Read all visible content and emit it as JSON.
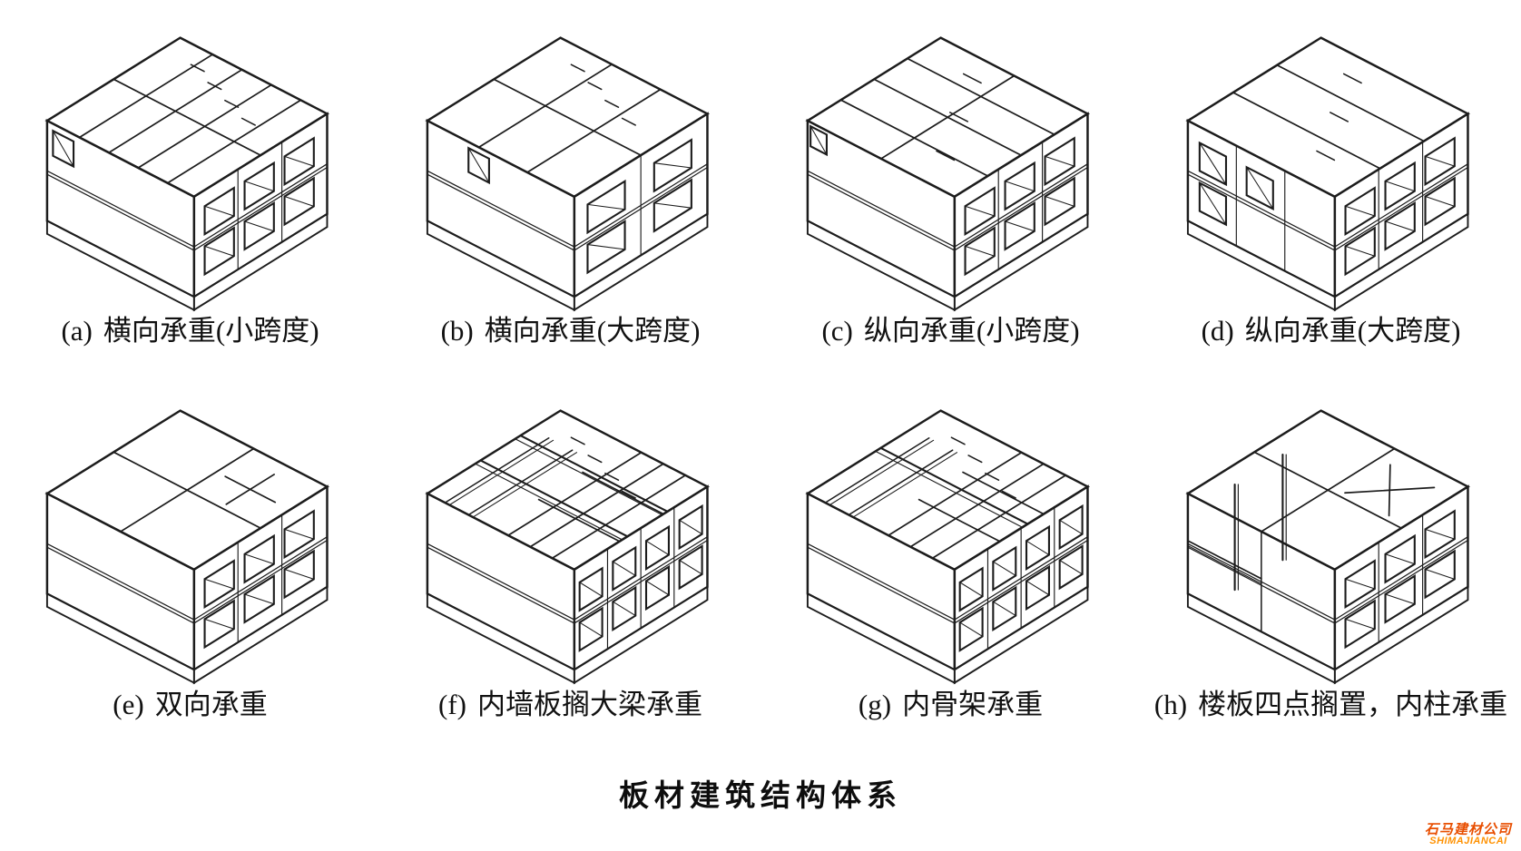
{
  "title": "板材建筑结构体系",
  "figures": [
    {
      "id": "a",
      "label": "(a)",
      "caption": "横向承重(小跨度)",
      "drawing": "isometric-building-transverse-bearing-small-span"
    },
    {
      "id": "b",
      "label": "(b)",
      "caption": "横向承重(大跨度)",
      "drawing": "isometric-building-transverse-bearing-large-span"
    },
    {
      "id": "c",
      "label": "(c)",
      "caption": "纵向承重(小跨度)",
      "drawing": "isometric-building-longitudinal-bearing-small-span"
    },
    {
      "id": "d",
      "label": "(d)",
      "caption": "纵向承重(大跨度)",
      "drawing": "isometric-building-longitudinal-bearing-large-span"
    },
    {
      "id": "e",
      "label": "(e)",
      "caption": "双向承重",
      "drawing": "isometric-building-two-way-bearing"
    },
    {
      "id": "f",
      "label": "(f)",
      "caption": "内墙板搁大梁承重",
      "drawing": "isometric-building-inner-wall-panels-on-girders"
    },
    {
      "id": "g",
      "label": "(g)",
      "caption": "内骨架承重",
      "drawing": "isometric-building-inner-skeleton-bearing"
    },
    {
      "id": "h",
      "label": "(h)",
      "caption": "楼板四点搁置，内柱承重",
      "drawing": "isometric-building-slab-four-point-support-inner-columns"
    }
  ],
  "watermark": {
    "line1": "石马建材公司",
    "line2": "SHIMAJIANCAI",
    "color_primary": "#e84e00",
    "color_secondary": "#ff9100"
  },
  "colors": {
    "ink": "#1c1c1c",
    "background": "#ffffff"
  }
}
